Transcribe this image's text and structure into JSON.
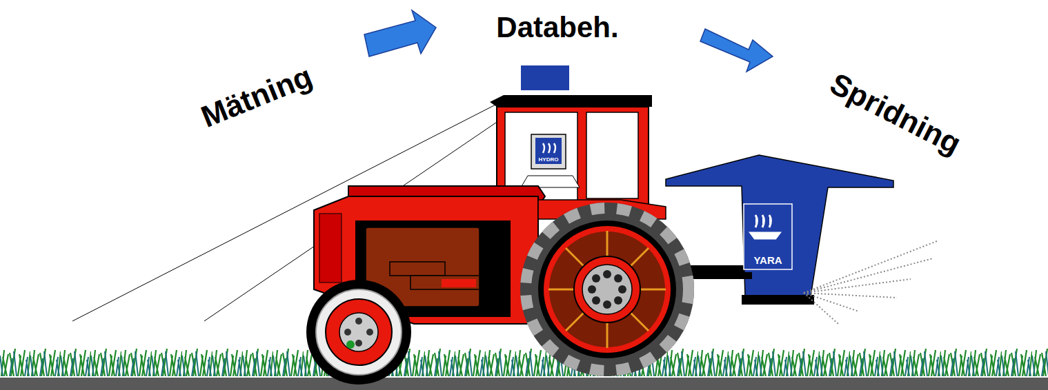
{
  "diagram": {
    "labels": [
      "Mätning",
      "Databeh.",
      "Spridning",
      "HYDRO",
      "YARA"
    ]
  }
}
